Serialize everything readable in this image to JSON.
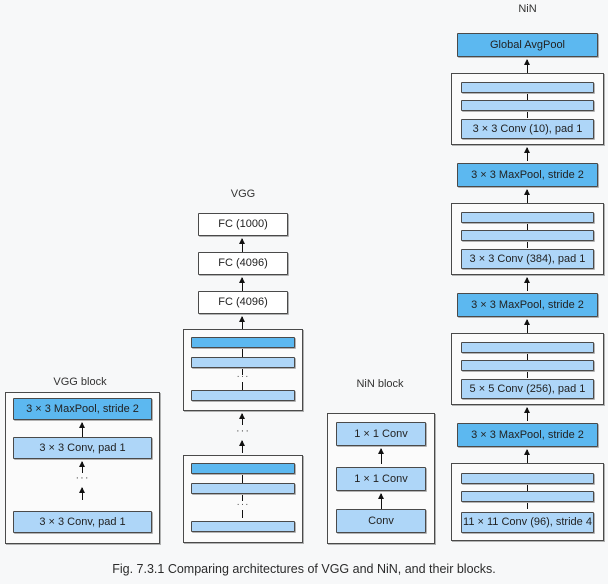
{
  "figure": {
    "caption": "Fig. 7.3.1  Comparing architectures of VGG and NiN, and their blocks."
  },
  "columns": {
    "vgg_block": {
      "title": "VGG block"
    },
    "vgg": {
      "title": "VGG"
    },
    "nin_block": {
      "title": "NiN block"
    },
    "nin": {
      "title": "NiN"
    }
  },
  "vgg_block": {
    "layers": [
      {
        "label": "3 × 3 MaxPool, stride 2",
        "style": "blue-dark"
      },
      {
        "label": "3 × 3 Conv, pad 1",
        "style": "blue-light"
      },
      {
        "label": "···",
        "style": "ellipsis"
      },
      {
        "label": "3 × 3 Conv, pad 1",
        "style": "blue-light"
      }
    ]
  },
  "vgg": {
    "layers": [
      {
        "label": "FC (1000)",
        "style": "white"
      },
      {
        "label": "FC (4096)",
        "style": "white"
      },
      {
        "label": "FC (4096)",
        "style": "white"
      }
    ],
    "block_top": {
      "bars": [
        "",
        "",
        "···",
        ""
      ]
    },
    "between_blocks_ellipsis": "···",
    "block_bottom": {
      "bars": [
        "",
        "",
        "···",
        ""
      ]
    }
  },
  "nin_block": {
    "layers": [
      {
        "label": "1 × 1 Conv",
        "style": "blue-light"
      },
      {
        "label": "1 × 1 Conv",
        "style": "blue-light"
      },
      {
        "label": "Conv",
        "style": "blue-light"
      }
    ]
  },
  "nin": {
    "stack": [
      {
        "kind": "node",
        "label": "Global AvgPool",
        "style": "blue-dark"
      },
      {
        "kind": "group",
        "label": "3 × 3 Conv (10), pad 1"
      },
      {
        "kind": "node",
        "label": "3 × 3 MaxPool, stride 2",
        "style": "blue-dark"
      },
      {
        "kind": "group",
        "label": "3 × 3 Conv (384), pad 1"
      },
      {
        "kind": "node",
        "label": "3 × 3 MaxPool, stride 2",
        "style": "blue-dark"
      },
      {
        "kind": "group",
        "label": "5 × 5 Conv (256), pad 1"
      },
      {
        "kind": "node",
        "label": "3 × 3 MaxPool, stride 2",
        "style": "blue-dark"
      },
      {
        "kind": "group",
        "label": "11 × 11 Conv (96), stride 4"
      }
    ]
  },
  "colors": {
    "accent_dark_blue": "#5cb8f0",
    "accent_light_blue": "#aed6f8",
    "box_border": "#4a4a4a",
    "background": "#f7f8f9"
  }
}
